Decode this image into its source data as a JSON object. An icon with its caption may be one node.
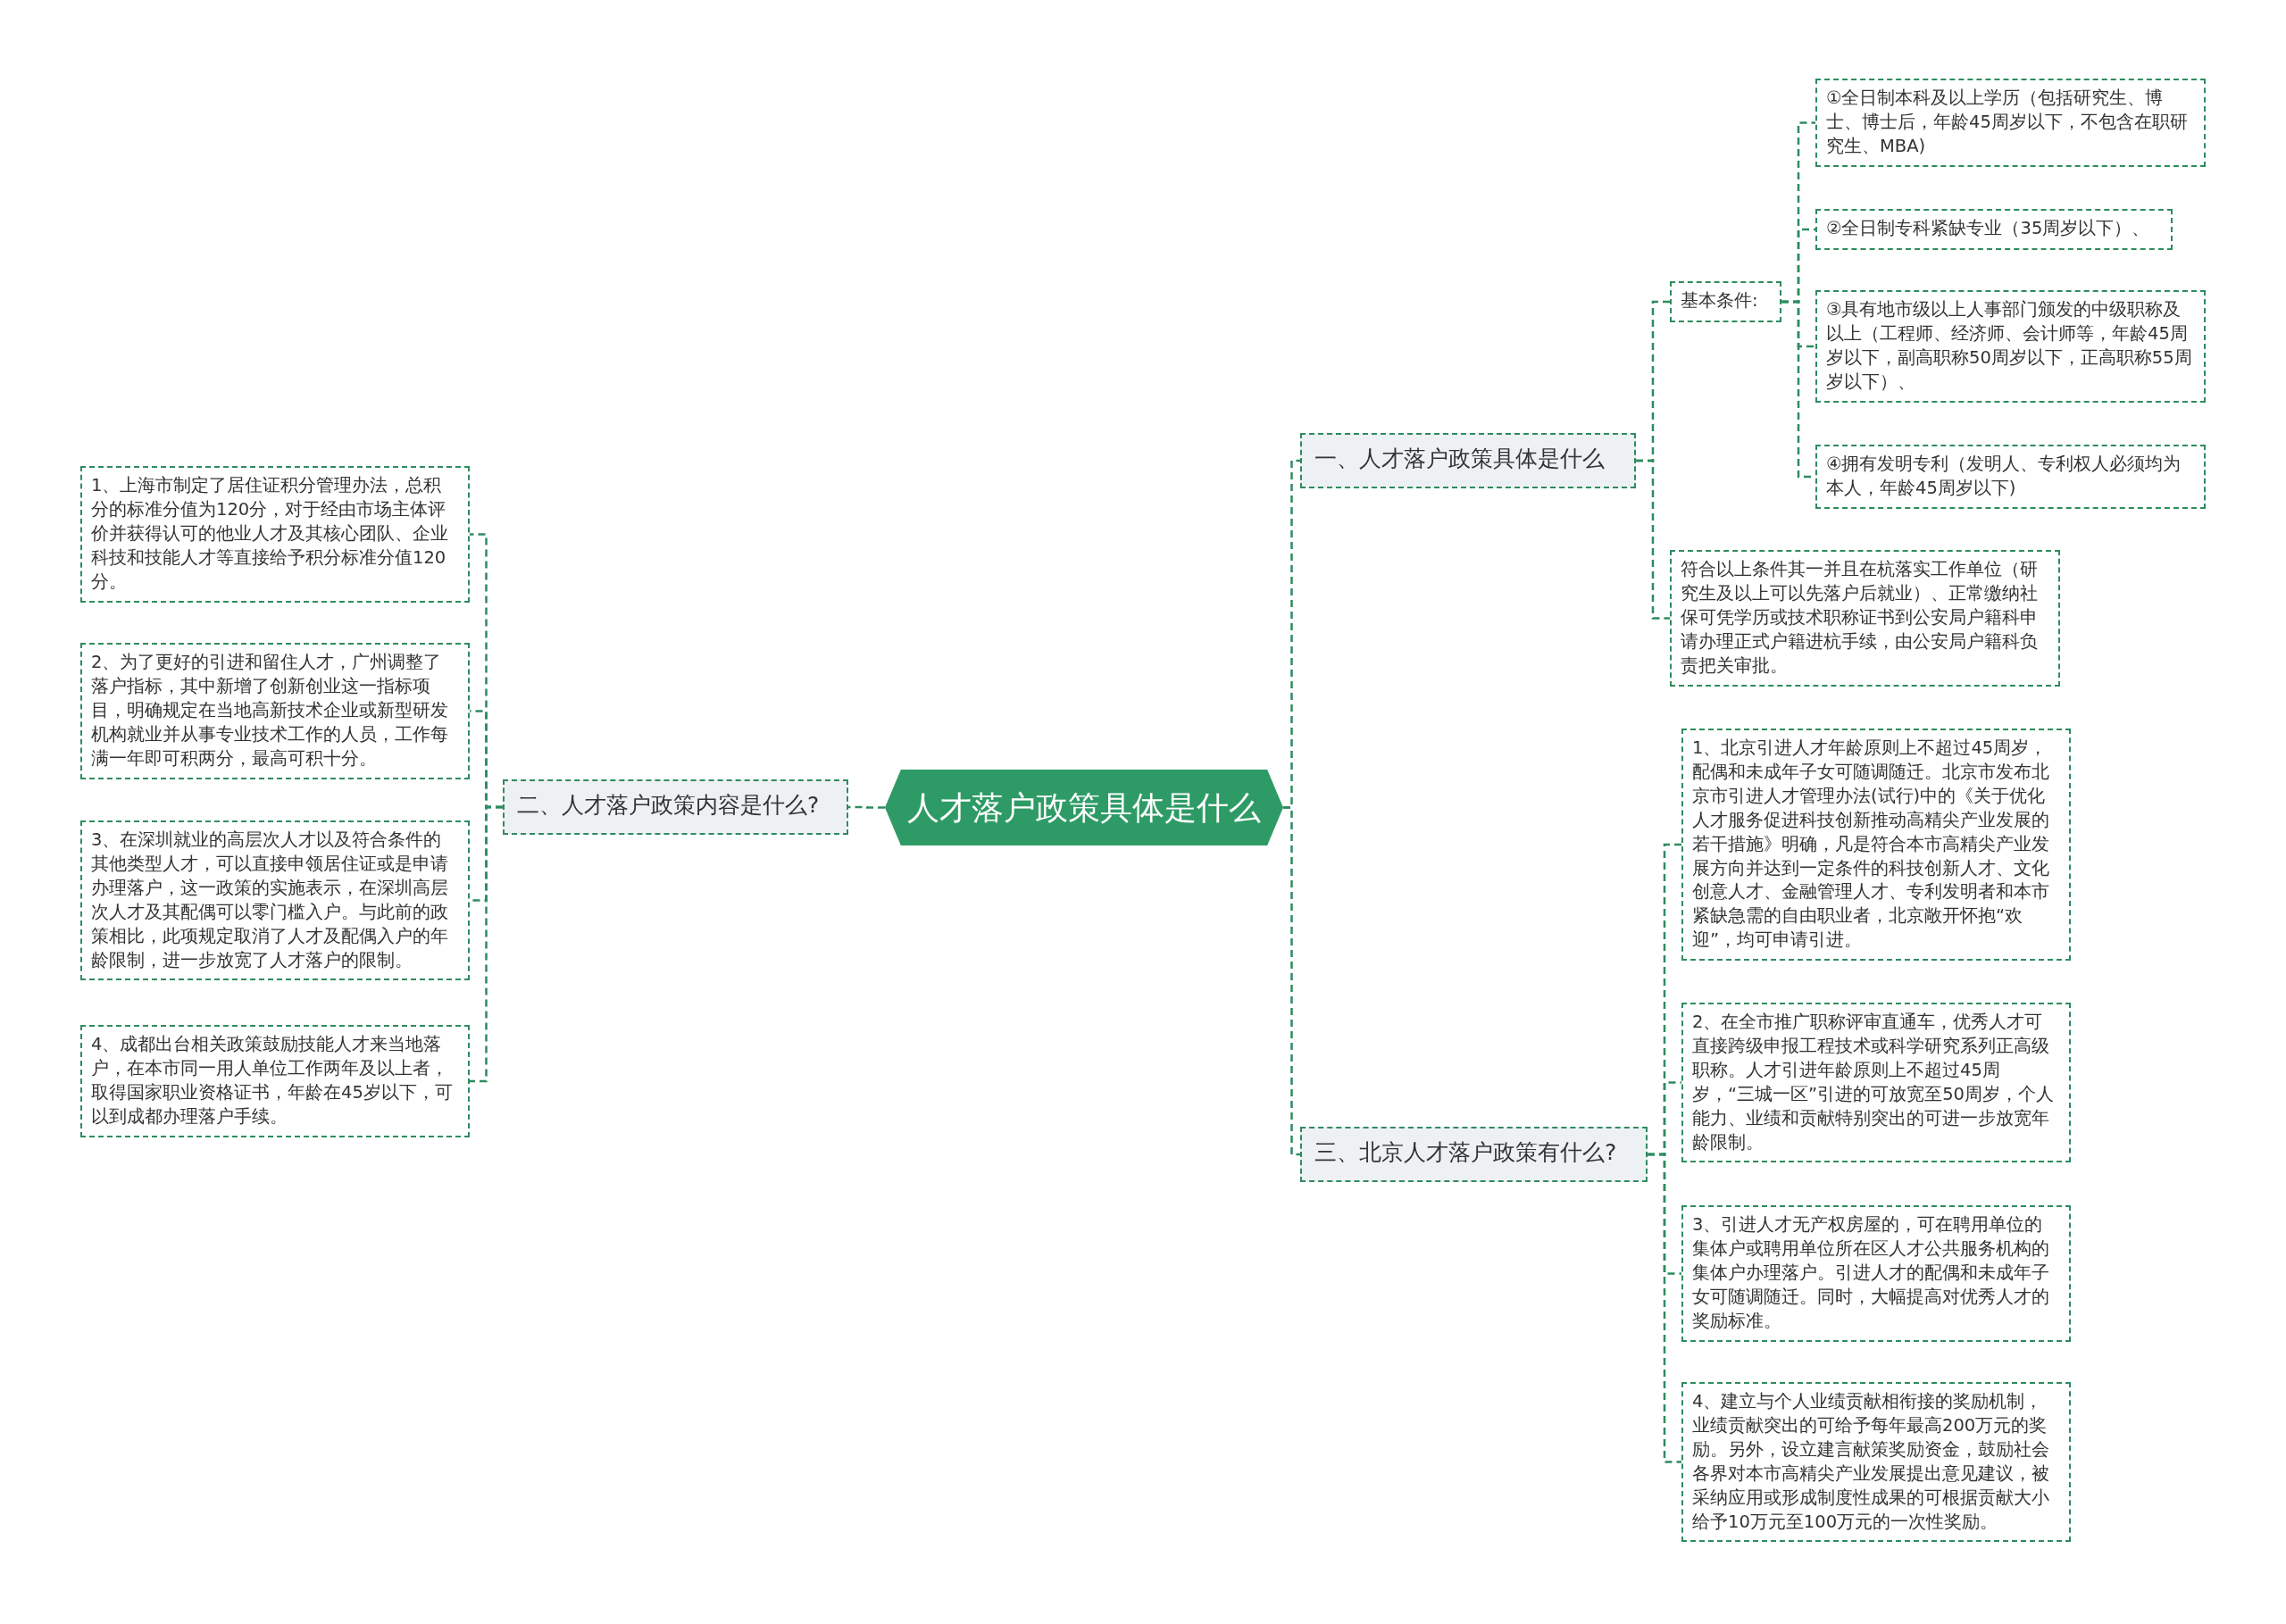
{
  "diagram": {
    "nodes": [
      {
        "text": [
          "人才落户政策具体是什么"
        ]
      },
      {
        "text": [
          "一、人才落户政策具体是什么"
        ]
      },
      {
        "text": [
          "基本条件:"
        ]
      },
      {
        "text": [
          "①全日制本科及以上学历（包括研究生、博士、博士后，年龄45周岁以下，不包含在职研究生、MBA)"
        ]
      },
      {
        "text": [
          "②全日制专科紧缺专业（35周岁以下）、"
        ]
      },
      {
        "text": [
          "③具有地市级以上人事部门颁发的中级职称及以上（工程师、经济师、会计师等，年龄45周岁以下，副高职称50周岁以下，正高职称55周岁以下）、"
        ]
      },
      {
        "text": [
          "④拥有发明专利（发明人、专利权人必须均为本人，年龄45周岁以下)"
        ]
      },
      {
        "text": [
          "符合以上条件其一并且在杭落实工作单位（研究生及以上可以先落户后就业）、正常缴纳社保可凭学历或技术职称证书到公安局户籍科申请办理正式户籍进杭手续，由公安局户籍科负责把关审批。"
        ]
      },
      {
        "text": [
          "二、人才落户政策内容是什么?"
        ]
      },
      {
        "text": [
          "1、上海市制定了居住证积分管理办法，总积分的标准分值为120分，对于经由市场主体评价并获得认可的他业人才及其核心团队、企业科技和技能人才等直接给予积分标准分值120分。"
        ]
      },
      {
        "text": [
          "2、为了更好的引进和留住人才，广州调整了落户指标，其中新增了创新创业这一指标项目，明确规定在当地高新技术企业或新型研发机构就业并从事专业技术工作的人员，工作每满一年即可积两分，最高可积十分。"
        ]
      },
      {
        "text": [
          "3、在深圳就业的高层次人才以及符合条件的其他类型人才，可以直接申领居住证或是申请办理落户，这一政策的实施表示，在深圳高层次人才及其配偶可以零门槛入户。与此前的政策相比，此项规定取消了人才及配偶入户的年龄限制，进一步放宽了人才落户的限制。"
        ]
      },
      {
        "text": [
          "4、成都出台相关政策鼓励技能人才来当地落户，在本市同一用人单位工作两年及以上者，取得国家职业资格证书，年龄在45岁以下，可以到成都办理落户手续。"
        ]
      },
      {
        "text": [
          "三、北京人才落户政策有什么?"
        ]
      },
      {
        "text": [
          "1、北京引进人才年龄原则上不超过45周岁，配偶和未成年子女可随调随迁。北京市发布北京市引进人才管理办法(试行)中的《关于优化人才服务促进科技创新推动高精尖产业发展的若干措施》明确，凡是符合本市高精尖产业发展方向并达到一定条件的科技创新人才、文化创意人才、金融管理人才、专利发明者和本市紧缺急需的自由职业者，北京敞开怀抱“欢迎”，均可申请引进。"
        ]
      },
      {
        "text": [
          "2、在全市推广职称评审直通车，优秀人才可直接跨级申报工程技术或科学研究系列正高级职称。人才引进年龄原则上不超过45周岁，“三城一区”引进的可放宽至50周岁，个人能力、业绩和贡献特别突出的可进一步放宽年龄限制。"
        ]
      },
      {
        "text": [
          "3、引进人才无产权房屋的，可在聘用单位的集体户或聘用单位所在区人才公共服务机构的集体户办理落户。引进人才的配偶和未成年子女可随调随迁。同时，大幅提高对优秀人才的奖励标准。"
        ]
      },
      {
        "text": [
          "4、建立与个人业绩贡献相衔接的奖励机制，业绩贡献突出的可给予每年最高200万元的奖励。另外，设立建言献策奖励资金，鼓励社会各界对本市高精尖产业发展提出意见建议，被采纳应用或形成制度性成果的可根据贡献大小给予10万元至100万元的一次性奖励。"
        ]
      }
    ],
    "edges": [
      {
        "from": 0,
        "to": 1,
        "arrow": "none",
        "style": "dashed"
      },
      {
        "from": 1,
        "to": 2,
        "arrow": "none",
        "style": "dashed"
      },
      {
        "from": 2,
        "to": 3,
        "arrow": "none",
        "style": "dashed"
      },
      {
        "from": 2,
        "to": 4,
        "arrow": "none",
        "style": "dashed"
      },
      {
        "from": 2,
        "to": 5,
        "arrow": "none",
        "style": "dashed"
      },
      {
        "from": 2,
        "to": 6,
        "arrow": "none",
        "style": "dashed"
      },
      {
        "from": 1,
        "to": 7,
        "arrow": "none",
        "style": "dashed"
      },
      {
        "from": 0,
        "to": 8,
        "arrow": "none",
        "style": "dashed"
      },
      {
        "from": 8,
        "to": 9,
        "arrow": "none",
        "style": "dashed"
      },
      {
        "from": 8,
        "to": 10,
        "arrow": "none",
        "style": "dashed"
      },
      {
        "from": 8,
        "to": 11,
        "arrow": "none",
        "style": "dashed"
      },
      {
        "from": 8,
        "to": 12,
        "arrow": "none",
        "style": "dashed"
      },
      {
        "from": 0,
        "to": 13,
        "arrow": "none",
        "style": "dashed"
      },
      {
        "from": 13,
        "to": 14,
        "arrow": "none",
        "style": "dashed"
      },
      {
        "from": 13,
        "to": 15,
        "arrow": "none",
        "style": "dashed"
      },
      {
        "from": 13,
        "to": 16,
        "arrow": "none",
        "style": "dashed"
      },
      {
        "from": 13,
        "to": 17,
        "arrow": "none",
        "style": "dashed"
      }
    ]
  }
}
